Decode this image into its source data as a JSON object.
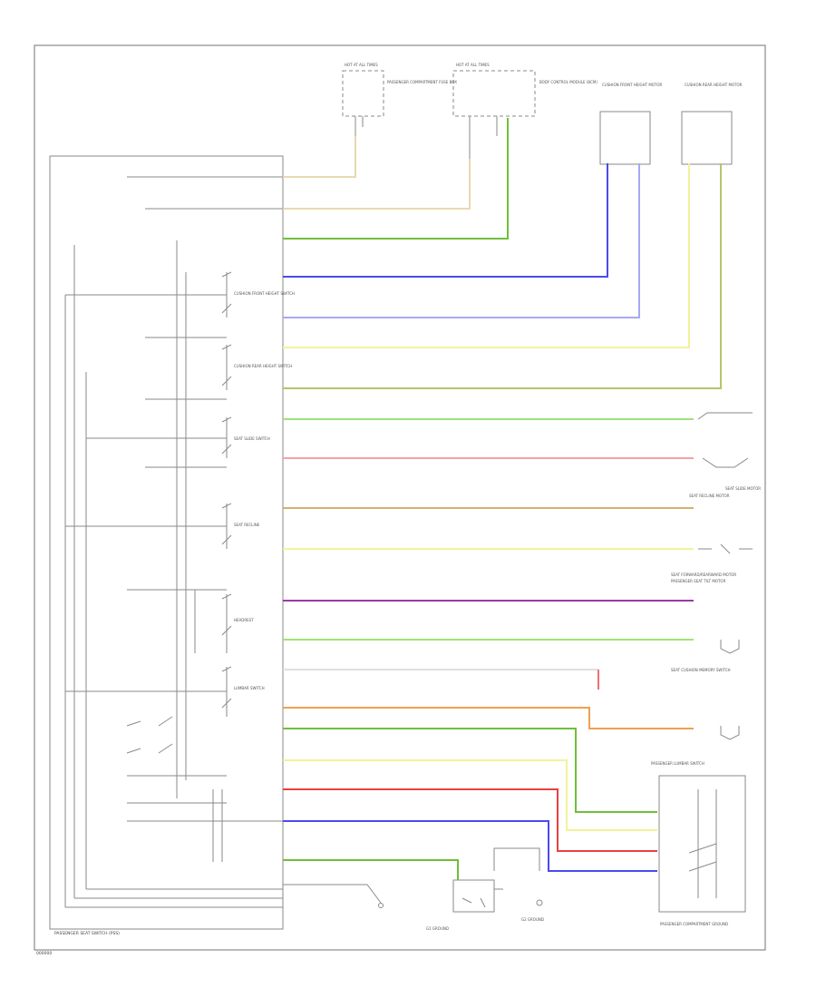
{
  "diagram": {
    "colors": {
      "tan": "#e8d9b0",
      "yellow": "#f2f29a",
      "green": "#6fbf3a",
      "light_green": "#9de37a",
      "blue": "#4a4aee",
      "light_blue": "#a8a8f5",
      "olive": "#b7c46a",
      "pink": "#f5a0a8",
      "orange_tan": "#d4b070",
      "purple": "#9a3aa8",
      "orange": "#f0a050",
      "red": "#e84040",
      "frame": "#8a8a8a"
    },
    "labels": {
      "module_name": "PASSENGER SEAT SWITCH (PSS)",
      "footer_code": "000000",
      "fuse_left_title": "HOT AT ALL TIMES",
      "fuse_left_desc": "PASSENGER COMPARTMENT FUSE BOX",
      "fuse_right_title": "HOT AT ALL TIMES",
      "fuse_right_desc": "BODY CONTROL MODULE (BCM)",
      "motor_1_desc": "CUSHION FRONT HEIGHT MOTOR",
      "motor_2_desc": "CUSHION REAR HEIGHT MOTOR",
      "conn_1_desc": "SEAT SLIDE MOTOR",
      "conn_2_desc": "SEAT RECLINE MOTOR",
      "conn_3_desc": "SEAT FORWARD/REARWARD MOTOR",
      "conn_4_desc": "PASSENGER SEAT TILT MOTOR",
      "conn_5_desc": "SEAT CUSHION MEMORY SWITCH",
      "conn_6_desc": "PASSENGER LUMBAR SWITCH",
      "ground_1_desc": "G1 GROUND",
      "ground_2_desc": "G2 GROUND",
      "ground_3_desc": "PASSENGER COMPARTMENT GROUND",
      "internal_switch_1": "CUSHION FRONT HEIGHT SWITCH",
      "internal_switch_2": "CUSHION REAR HEIGHT SWITCH",
      "internal_switch_3": "SEAT SLIDE SWITCH",
      "internal_switch_4": "SEAT RECLINE",
      "internal_switch_5": "HEADREST",
      "internal_switch_6": "LUMBAR SWITCH"
    }
  }
}
